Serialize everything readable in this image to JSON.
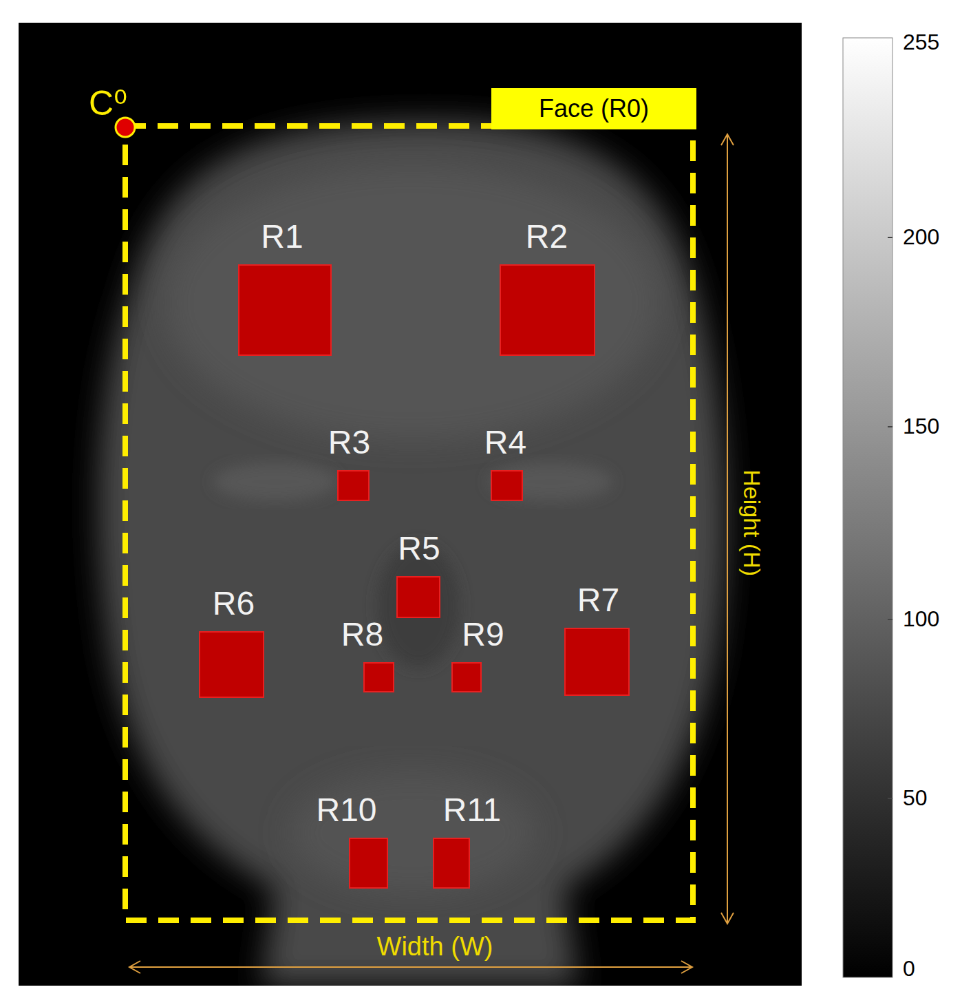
{
  "diagram": {
    "nodes": [
      {
        "text": [
          "Face (R0)"
        ]
      },
      {
        "text": [
          "R1"
        ],
        "in": 0
      },
      {
        "text": [
          "R2"
        ],
        "in": 0
      },
      {
        "text": [
          "R3"
        ],
        "in": 0
      },
      {
        "text": [
          "R4"
        ],
        "in": 0
      },
      {
        "text": [
          "R5"
        ],
        "in": 0
      },
      {
        "text": [
          "R6"
        ],
        "in": 0
      },
      {
        "text": [
          "R8"
        ],
        "in": 0
      },
      {
        "text": [
          "R9"
        ],
        "in": 0
      },
      {
        "text": [
          "R7"
        ],
        "in": 0
      },
      {
        "text": [
          "R10"
        ],
        "in": 0
      },
      {
        "text": [
          "R11"
        ],
        "in": 0
      }
    ],
    "labels": [
      "C⁰",
      "Width (W)",
      "Height (H)",
      "255",
      "200",
      "150",
      "100",
      "50",
      "0"
    ]
  }
}
